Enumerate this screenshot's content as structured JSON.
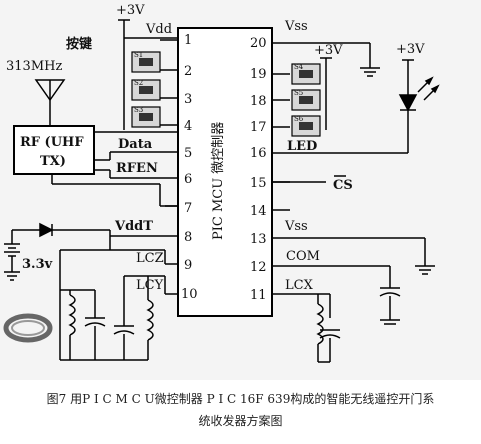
{
  "labels": {
    "plus3v_top": "+3V",
    "vdd": "Vdd",
    "vss_top": "Vss",
    "plus3v_right": "+3V",
    "plus3v_led": "+3V",
    "buttons": "按键",
    "freq": "313MHz",
    "rf_line1": "RF (UHF",
    "rf_line2": "TX)",
    "data": "Data",
    "rfen": "RFEN",
    "vddt": "VddT",
    "battery": "3.3v",
    "lcz": "LCZ",
    "lcy": "LCY",
    "lcx": "LCX",
    "led": "LED",
    "cs": "CS",
    "vss_mid": "Vss",
    "com": "COM",
    "chip": "PIC MCU 微控制器"
  },
  "switch_marks": [
    "S1",
    "S2",
    "S3",
    "S4",
    "S5",
    "S6"
  ],
  "pins_left": [
    "1",
    "2",
    "3",
    "4",
    "5",
    "6",
    "7",
    "8",
    "9",
    "10"
  ],
  "pins_right": [
    "20",
    "19",
    "18",
    "17",
    "16",
    "15",
    "14",
    "13",
    "12",
    "11"
  ],
  "caption": {
    "line1": "图7  用P I C  M C U微控制器 P I C 16F 639构成的智能无线遥控开门系",
    "line2": "统收发器方案图"
  }
}
